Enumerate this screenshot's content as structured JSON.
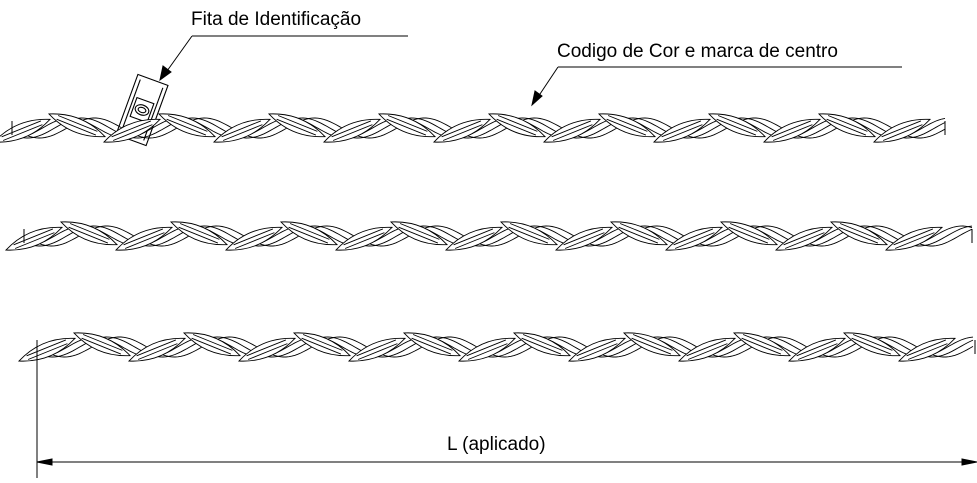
{
  "labels": {
    "id_tape": "Fita de Identificação",
    "color_code": "Codigo de Cor e marca de centro",
    "length": "L  (aplicado)"
  },
  "colors": {
    "ink": "#000000",
    "background": "#ffffff"
  }
}
